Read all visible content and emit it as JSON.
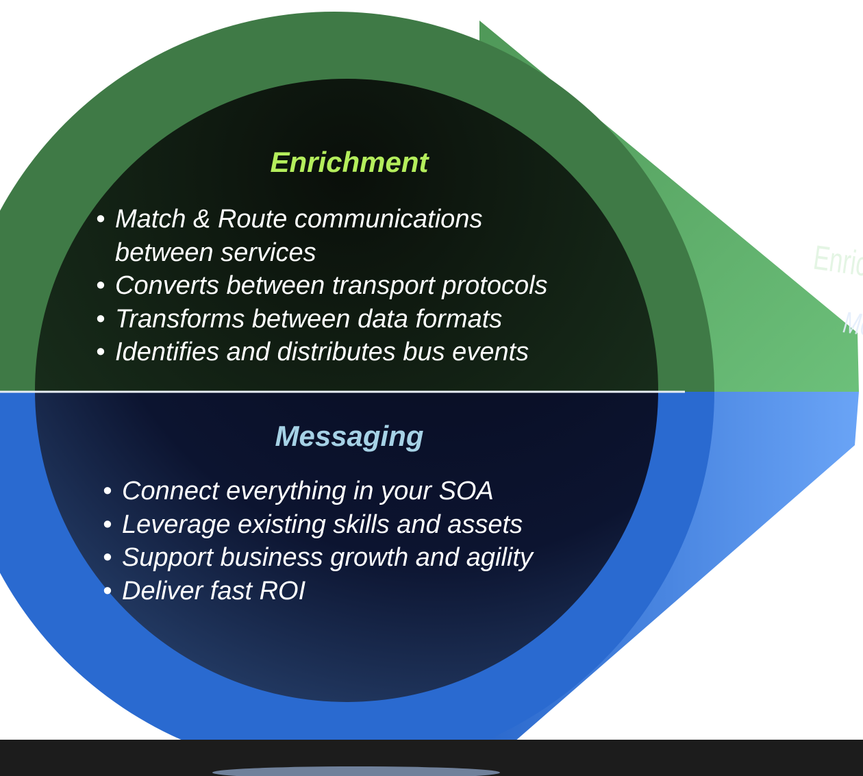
{
  "enrichment": {
    "title": "Enrichment",
    "bullets": [
      "Match & Route communications between services",
      "Converts between transport protocols",
      "Transforms between data formats",
      "Identifies and distributes bus events"
    ],
    "side_label": "Enrichment"
  },
  "messaging": {
    "title": "Messaging",
    "bullets": [
      "Connect everything in your SOA",
      "Leverage existing skills and assets",
      "Support business growth and agility",
      "Deliver fast ROI"
    ],
    "side_label": "Messaging"
  },
  "colors": {
    "green_dark": "#3f7a46",
    "green_light": "#6cc07a",
    "blue_dark": "#2a6ad0",
    "blue_light": "#5a96f0",
    "inner_dark": "#0c1024",
    "title_enrichment": "#b4ee5c",
    "title_messaging": "#a6d2e6",
    "bottom_bar": "#1c1c1c"
  }
}
